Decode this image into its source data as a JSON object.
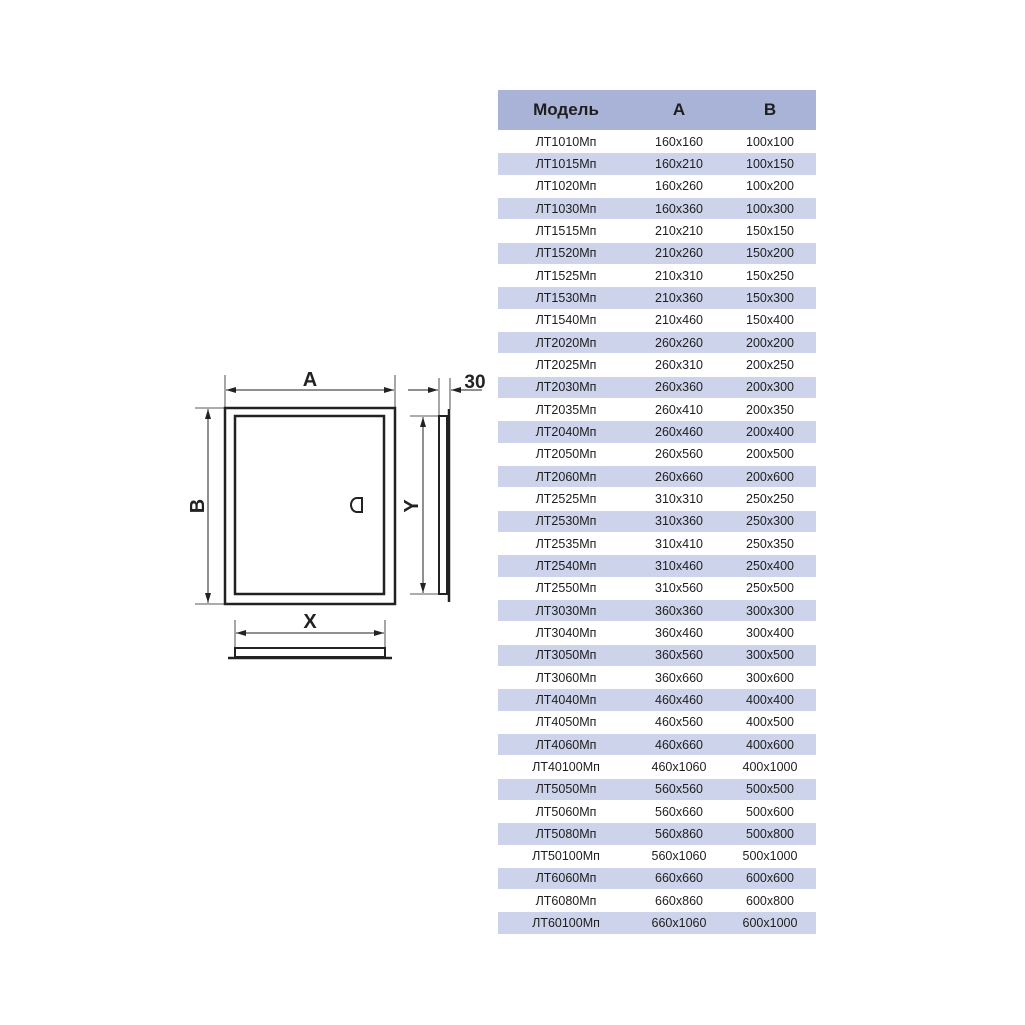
{
  "drawing": {
    "labels": {
      "a": "A",
      "b": "B",
      "x": "X",
      "y": "Y",
      "depth": "30"
    }
  },
  "table": {
    "headers": [
      "Модель",
      "A",
      "B"
    ],
    "header_color": "#a9b3d8",
    "stripe_color": "#cdd3ea",
    "rows": [
      [
        "ЛТ1010Мп",
        "160x160",
        "100x100"
      ],
      [
        "ЛТ1015Мп",
        "160x210",
        "100x150"
      ],
      [
        "ЛТ1020Мп",
        "160x260",
        "100x200"
      ],
      [
        "ЛТ1030Мп",
        "160x360",
        "100x300"
      ],
      [
        "ЛТ1515Мп",
        "210x210",
        "150x150"
      ],
      [
        "ЛТ1520Мп",
        "210x260",
        "150x200"
      ],
      [
        "ЛТ1525Мп",
        "210x310",
        "150x250"
      ],
      [
        "ЛТ1530Мп",
        "210x360",
        "150x300"
      ],
      [
        "ЛТ1540Мп",
        "210x460",
        "150x400"
      ],
      [
        "ЛТ2020Мп",
        "260x260",
        "200x200"
      ],
      [
        "ЛТ2025Мп",
        "260x310",
        "200x250"
      ],
      [
        "ЛТ2030Мп",
        "260x360",
        "200x300"
      ],
      [
        "ЛТ2035Мп",
        "260x410",
        "200x350"
      ],
      [
        "ЛТ2040Мп",
        "260x460",
        "200x400"
      ],
      [
        "ЛТ2050Мп",
        "260x560",
        "200x500"
      ],
      [
        "ЛТ2060Мп",
        "260x660",
        "200x600"
      ],
      [
        "ЛТ2525Мп",
        "310x310",
        "250x250"
      ],
      [
        "ЛТ2530Мп",
        "310x360",
        "250x300"
      ],
      [
        "ЛТ2535Мп",
        "310x410",
        "250x350"
      ],
      [
        "ЛТ2540Мп",
        "310x460",
        "250x400"
      ],
      [
        "ЛТ2550Мп",
        "310x560",
        "250x500"
      ],
      [
        "ЛТ3030Мп",
        "360x360",
        "300x300"
      ],
      [
        "ЛТ3040Мп",
        "360x460",
        "300x400"
      ],
      [
        "ЛТ3050Мп",
        "360x560",
        "300x500"
      ],
      [
        "ЛТ3060Мп",
        "360x660",
        "300x600"
      ],
      [
        "ЛТ4040Мп",
        "460x460",
        "400x400"
      ],
      [
        "ЛТ4050Мп",
        "460x560",
        "400x500"
      ],
      [
        "ЛТ4060Мп",
        "460x660",
        "400x600"
      ],
      [
        "ЛТ40100Мп",
        "460x1060",
        "400x1000"
      ],
      [
        "ЛТ5050Мп",
        "560x560",
        "500x500"
      ],
      [
        "ЛТ5060Мп",
        "560x660",
        "500x600"
      ],
      [
        "ЛТ5080Мп",
        "560x860",
        "500x800"
      ],
      [
        "ЛТ50100Мп",
        "560x1060",
        "500x1000"
      ],
      [
        "ЛТ6060Мп",
        "660x660",
        "600x600"
      ],
      [
        "ЛТ6080Мп",
        "660x860",
        "600x800"
      ],
      [
        "ЛТ60100Мп",
        "660x1060",
        "600x1000"
      ]
    ]
  }
}
